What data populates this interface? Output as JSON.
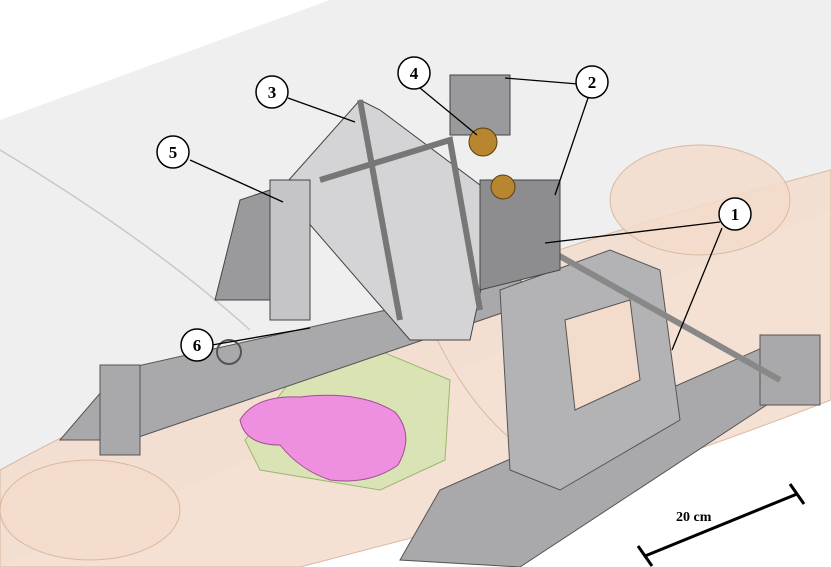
{
  "callouts": [
    {
      "label": "1"
    },
    {
      "label": "2"
    },
    {
      "label": "3"
    },
    {
      "label": "4"
    },
    {
      "label": "5"
    },
    {
      "label": "6"
    }
  ],
  "scale_bar": {
    "label": "20 cm"
  },
  "colors": {
    "body": "#f3dccb",
    "body_outline": "#d9b8a0",
    "frame": "#a9a9ab",
    "frame_dark": "#6f6f72",
    "organ": "#ee8fe0",
    "region": "#cfe4a8",
    "pulley": "#b8862e"
  }
}
